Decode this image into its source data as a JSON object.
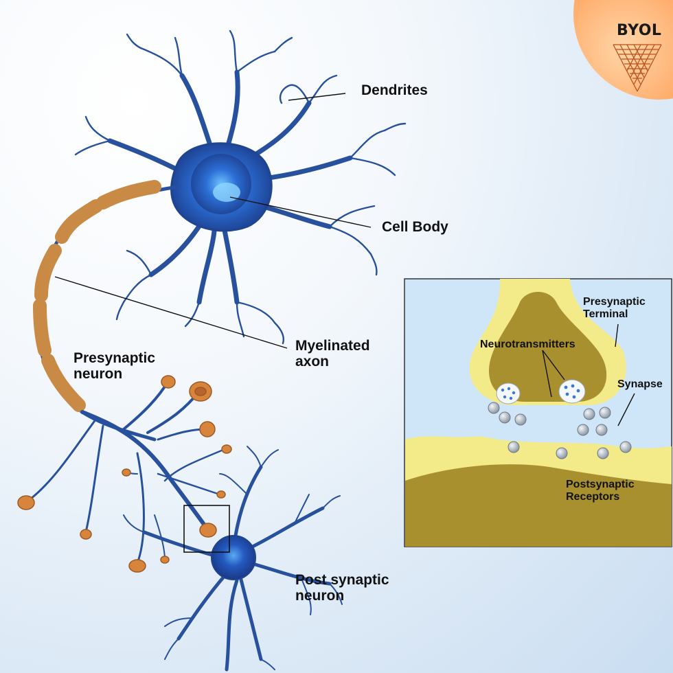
{
  "logo": {
    "text": "BYOL",
    "icon": "triangle-lattice-icon"
  },
  "labels": {
    "dendrites": "Dendrites",
    "cell_body": "Cell Body",
    "myelinated_axon": [
      "Myelinated",
      "axon"
    ],
    "presynaptic_neuron": [
      "Presynaptic",
      "neuron"
    ],
    "post_synaptic_neuron": [
      "Post synaptic",
      "neuron"
    ]
  },
  "inset": {
    "presynaptic_terminal": [
      "Presynaptic",
      "Terminal"
    ],
    "neurotransmitters": "Neurotransmitters",
    "synapse": "Synapse",
    "postsynaptic_receptors": [
      "Postsynaptic",
      "Receptors"
    ]
  },
  "colors": {
    "neuron_blue": "#2a4f9c",
    "myelin": "#c98a45",
    "terminal_yellow": "#f3ea8a",
    "terminal_olive": "#a8902e",
    "cleft_blue": "#cfe6f8",
    "logo_orange": "#ff9a4d"
  }
}
